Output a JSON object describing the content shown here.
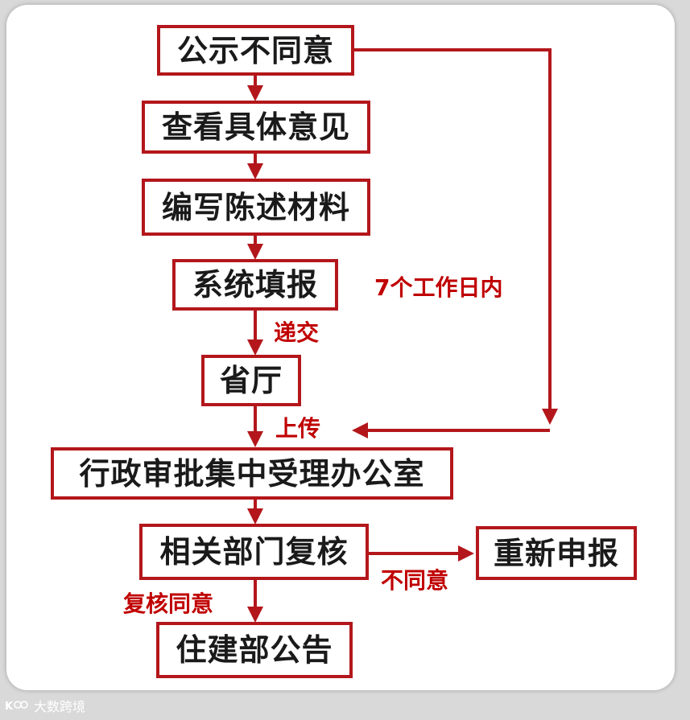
{
  "nodes": {
    "n1": "公示不同意",
    "n2": "查看具体意见",
    "n3": "编写陈述材料",
    "n4": "系统填报",
    "n5": "省厅",
    "n6": "行政审批集中受理办公室",
    "n7": "相关部门复核",
    "n8": "重新申报",
    "n9": "住建部公告"
  },
  "labels": {
    "days": "7个工作日内",
    "submit": "递交",
    "upload": "上传",
    "disagree": "不同意",
    "agree": "复核同意"
  },
  "watermark": {
    "text": "大数跨境"
  },
  "colors": {
    "accent": "#b3171b",
    "label": "#c00000",
    "text": "#1a1a1a"
  }
}
